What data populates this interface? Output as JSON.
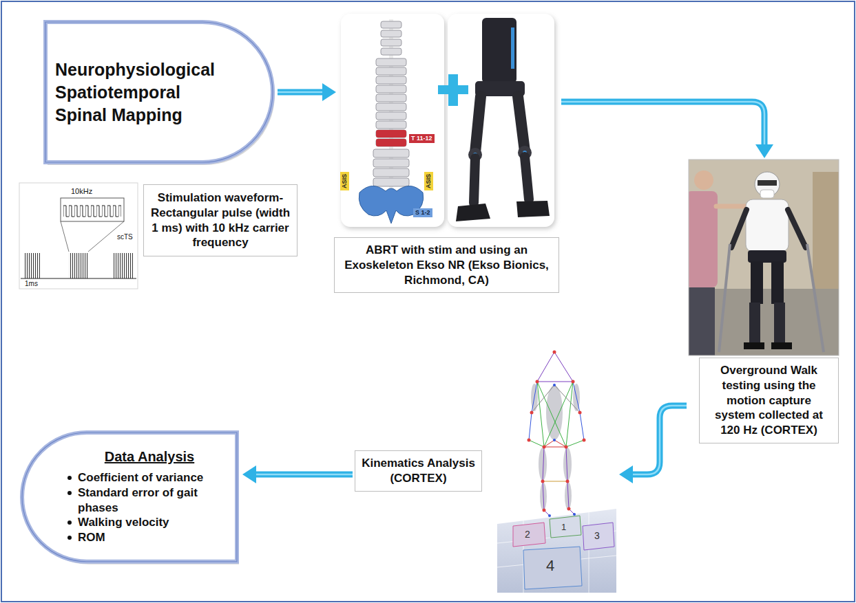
{
  "diagram": {
    "nodes": [
      {
        "text": [
          "Neurophysiological Spatiotemporal Spinal Mapping"
        ]
      },
      {
        "text": [
          "Stimulation waveform- Rectangular pulse (width 1 ms) with 10 kHz carrier frequency"
        ]
      },
      {
        "text": [
          "ABRT with stim and using an Exoskeleton Ekso NR (Ekso Bionics, Richmond, CA)"
        ]
      },
      {
        "text": [
          "Overground Walk testing using the motion capture system collected at 120 Hz (CORTEX)"
        ]
      },
      {
        "text": [
          "Kinematics Analysis (CORTEX)"
        ]
      },
      {
        "text": [
          "Data Analysis",
          "Coefficient of variance",
          "Standard error of gait phases",
          "Walking velocity",
          "ROM"
        ]
      }
    ],
    "edges": [
      {
        "from": 0,
        "to": 2,
        "arrow": "to"
      },
      {
        "from": 2,
        "to": 3,
        "arrow": "to"
      },
      {
        "from": 3,
        "to": 4,
        "arrow": "to"
      },
      {
        "from": 4,
        "to": 5,
        "arrow": "to"
      }
    ],
    "labels": [
      "10kHz",
      "scTS",
      "1ms",
      "T 11-12",
      "ASIS",
      "ASIS",
      "S 1-2",
      "2",
      "1",
      "3",
      "4"
    ]
  }
}
